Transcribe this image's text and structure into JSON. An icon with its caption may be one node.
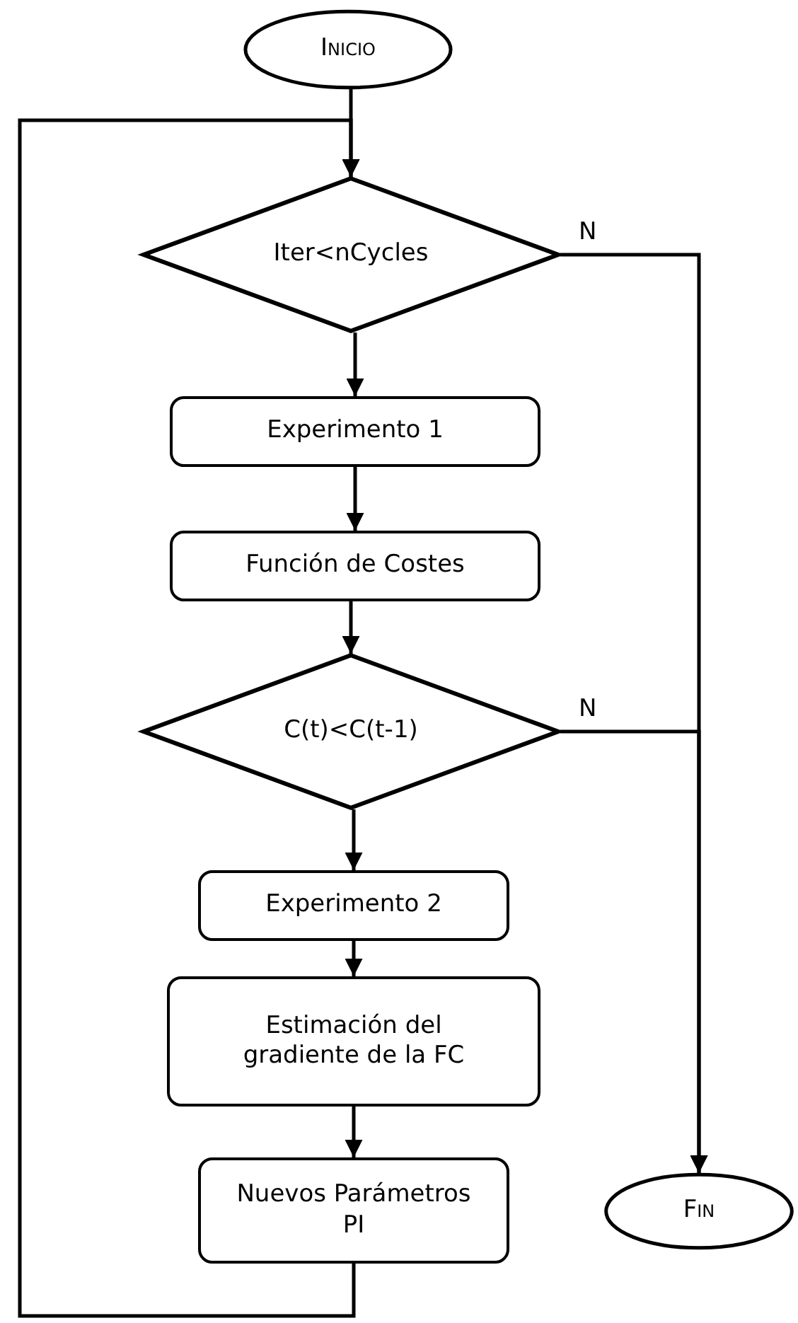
{
  "diagram": {
    "nodes": [
      {
        "text": [
          "Inicio"
        ]
      },
      {
        "text": [
          "Iter<nCycles"
        ]
      },
      {
        "text": [
          "Experimento 1"
        ]
      },
      {
        "text": [
          "Función de Costes"
        ]
      },
      {
        "text": [
          "C(t)<C(t-1)"
        ]
      },
      {
        "text": [
          "Experimento 2"
        ]
      },
      {
        "text": [
          "Estimación del gradiente de la FC"
        ]
      },
      {
        "text": [
          "Nuevos Parámetros PI"
        ]
      },
      {
        "text": [
          "Fin"
        ]
      }
    ],
    "edges": [
      {
        "from": 0,
        "to": 1,
        "arrow": "to"
      },
      {
        "from": 1,
        "to": 2,
        "arrow": "to"
      },
      {
        "from": 2,
        "to": 3,
        "arrow": "to"
      },
      {
        "from": 3,
        "to": 4,
        "arrow": "to"
      },
      {
        "from": 4,
        "to": 5,
        "arrow": "to"
      },
      {
        "from": 5,
        "to": 6,
        "arrow": "to"
      },
      {
        "from": 6,
        "to": 7,
        "arrow": "to"
      },
      {
        "from": 7,
        "to": 1,
        "arrow": "to"
      },
      {
        "from": 1,
        "to": 8,
        "label": "N",
        "arrow": "to"
      },
      {
        "from": 4,
        "to": 8,
        "label": "N",
        "arrow": "to"
      }
    ]
  }
}
